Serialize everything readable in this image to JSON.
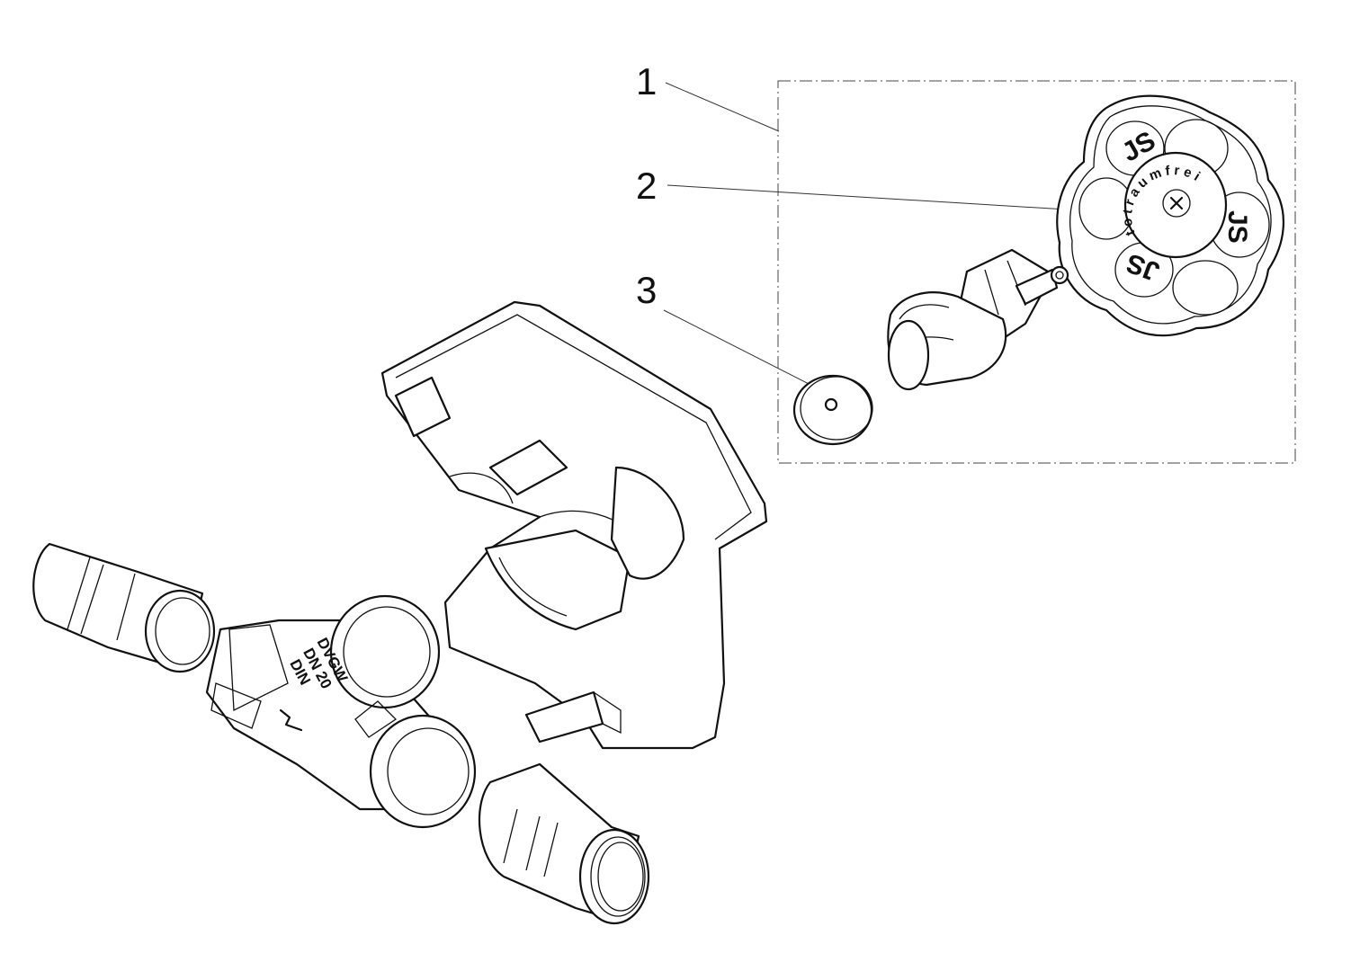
{
  "callouts": [
    {
      "number": "1"
    },
    {
      "number": "2"
    },
    {
      "number": "3"
    }
  ],
  "markings": {
    "knob_text": "totraumfrei",
    "knob_logo": "JS",
    "valve_body_lines": [
      "DVGW",
      "DN 20",
      "DIN"
    ]
  }
}
